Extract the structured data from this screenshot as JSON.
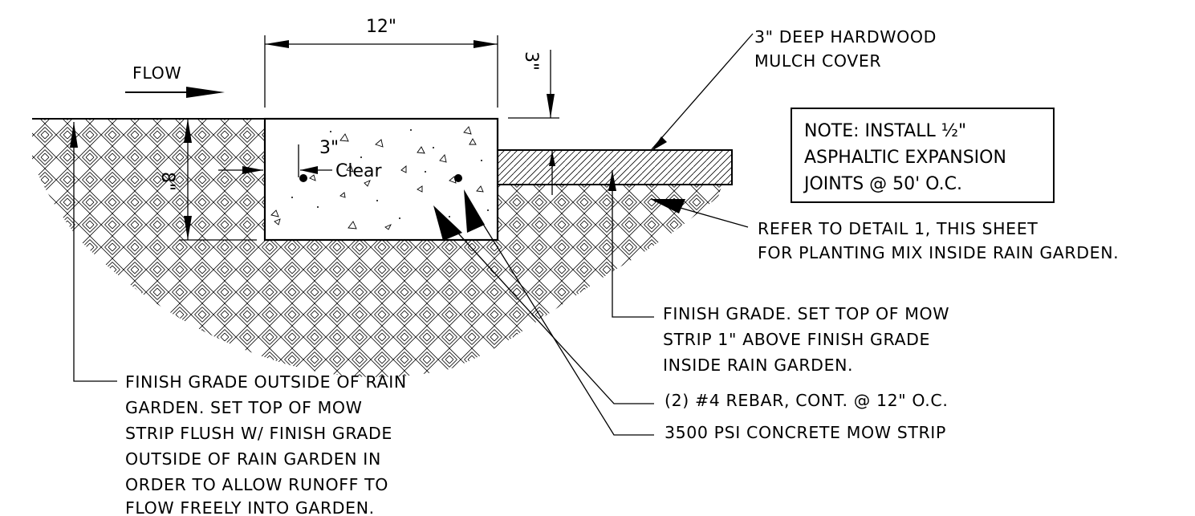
{
  "dimensions": {
    "width_12": "12\"",
    "depth_3": "3\"",
    "height_8": "8\"",
    "clear_value": "3\"",
    "clear_word": "Clear"
  },
  "flow_label": "FLOW",
  "callouts": {
    "mulch": [
      "3\" DEEP HARDWOOD",
      "MULCH COVER"
    ],
    "note": [
      "NOTE:  INSTALL ½\"",
      "ASPHALTIC EXPANSION",
      "JOINTS @ 50' O.C."
    ],
    "refer": [
      "REFER TO DETAIL 1, THIS SHEET",
      "FOR PLANTING MIX INSIDE RAIN GARDEN."
    ],
    "finish_inside": [
      "FINISH GRADE.  SET TOP OF MOW",
      "STRIP 1\" ABOVE FINISH GRADE",
      "INSIDE RAIN GARDEN."
    ],
    "rebar": "(2) #4 REBAR, CONT. @ 12\" O.C.",
    "concrete": "3500 PSI CONCRETE MOW STRIP",
    "finish_outside": [
      "FINISH GRADE OUTSIDE OF RAIN",
      "GARDEN.  SET TOP OF MOW",
      "STRIP FLUSH W/ FINISH GRADE",
      "OUTSIDE OF RAIN GARDEN IN",
      "ORDER TO ALLOW RUNOFF TO",
      "FLOW FREELY INTO GARDEN."
    ]
  }
}
